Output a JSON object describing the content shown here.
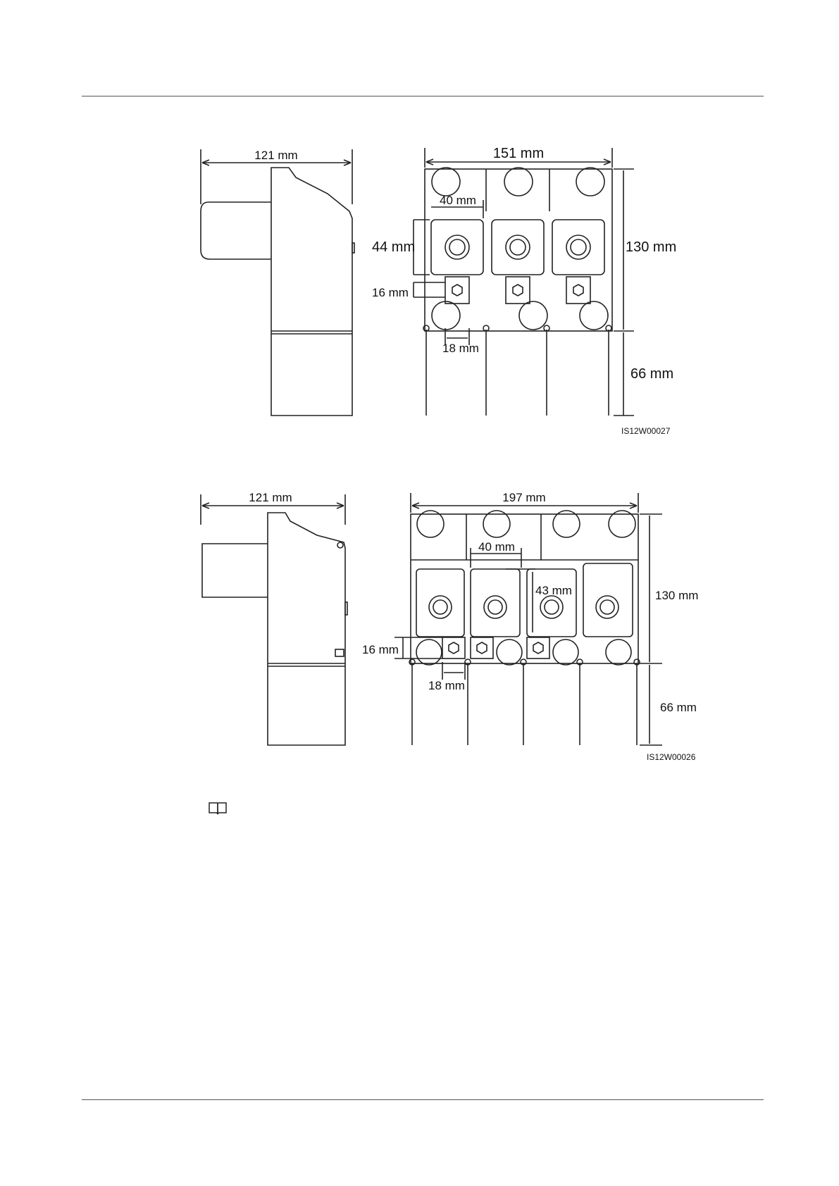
{
  "figure1": {
    "side_width": "121 mm",
    "front_width": "151 mm",
    "pitch": "40 mm",
    "plate_height": "44 mm",
    "bolt_height": "16 mm",
    "bolt_offset": "18 mm",
    "body_height": "130 mm",
    "pin_length": "66 mm",
    "code": "IS12W00027"
  },
  "figure2": {
    "side_width": "121 mm",
    "front_width": "197 mm",
    "pitch": "40 mm",
    "plate_offset": "43 mm",
    "bolt_height": "16 mm",
    "bolt_offset": "18 mm",
    "body_height": "130 mm",
    "pin_length": "66 mm",
    "code": "IS12W00026"
  },
  "note": {
    "icon": "book-icon"
  }
}
